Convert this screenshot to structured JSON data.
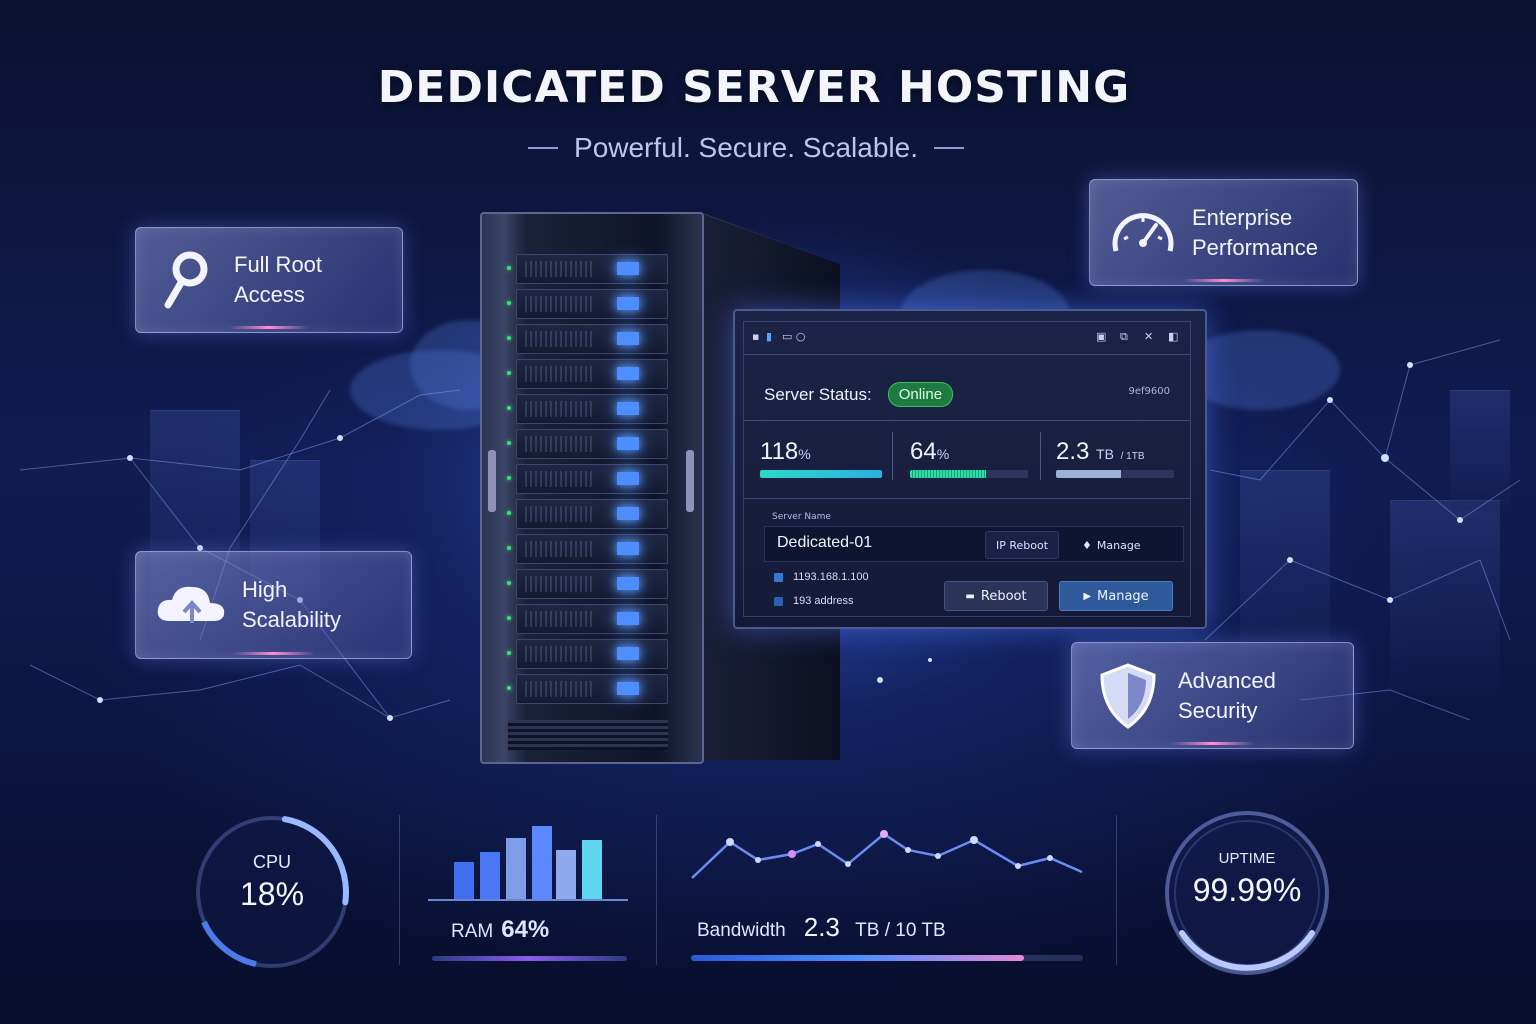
{
  "header": {
    "title": "DEDICATED SERVER HOSTING",
    "subtitle": "Powerful. Secure. Scalable."
  },
  "features": {
    "root_access": "Full Root\nAccess",
    "scalability": "High\nScalability",
    "performance": "Enterprise\nPerformance",
    "security": "Advanced\nSecurity"
  },
  "dashboard": {
    "status_label": "Server Status:",
    "status_value": "Online",
    "status_tag": "9ef9600",
    "metrics": {
      "cpu_value": "118",
      "cpu_unit": "%",
      "cpu_fill": 1.0,
      "ram_value": "64",
      "ram_unit": "%",
      "ram_fill": 0.64,
      "bw_value": "2.3",
      "bw_unit": "TB",
      "bw_total": "/ 1TB",
      "bw_fill": 0.55
    },
    "server_name_label": "Server Name",
    "server_name": "Dedicated-01",
    "ip_reboot_label": "IP  Reboot",
    "manage_small_label": "Manage",
    "ip_address": "1193.168.1.100",
    "ip_label": "193 address",
    "reboot_button": "Reboot",
    "manage_button": "Manage"
  },
  "stats": {
    "cpu_label": "CPU",
    "cpu_value": "18%",
    "cpu_fraction": 0.18,
    "ram_label": "RAM",
    "ram_value": "64%",
    "bandwidth_label": "Bandwidth",
    "bandwidth_value": "2.3",
    "bandwidth_total": "TB / 10 TB",
    "uptime_label": "UPTIME",
    "uptime_value": "99.99%"
  },
  "colors": {
    "accent": "#4d8dff",
    "online": "#1f7a3e",
    "cyan": "#2ee0d8"
  },
  "icons": {
    "root_access": "key-icon",
    "scalability": "cloud-upload-icon",
    "performance": "speedometer-icon",
    "security": "shield-icon"
  }
}
